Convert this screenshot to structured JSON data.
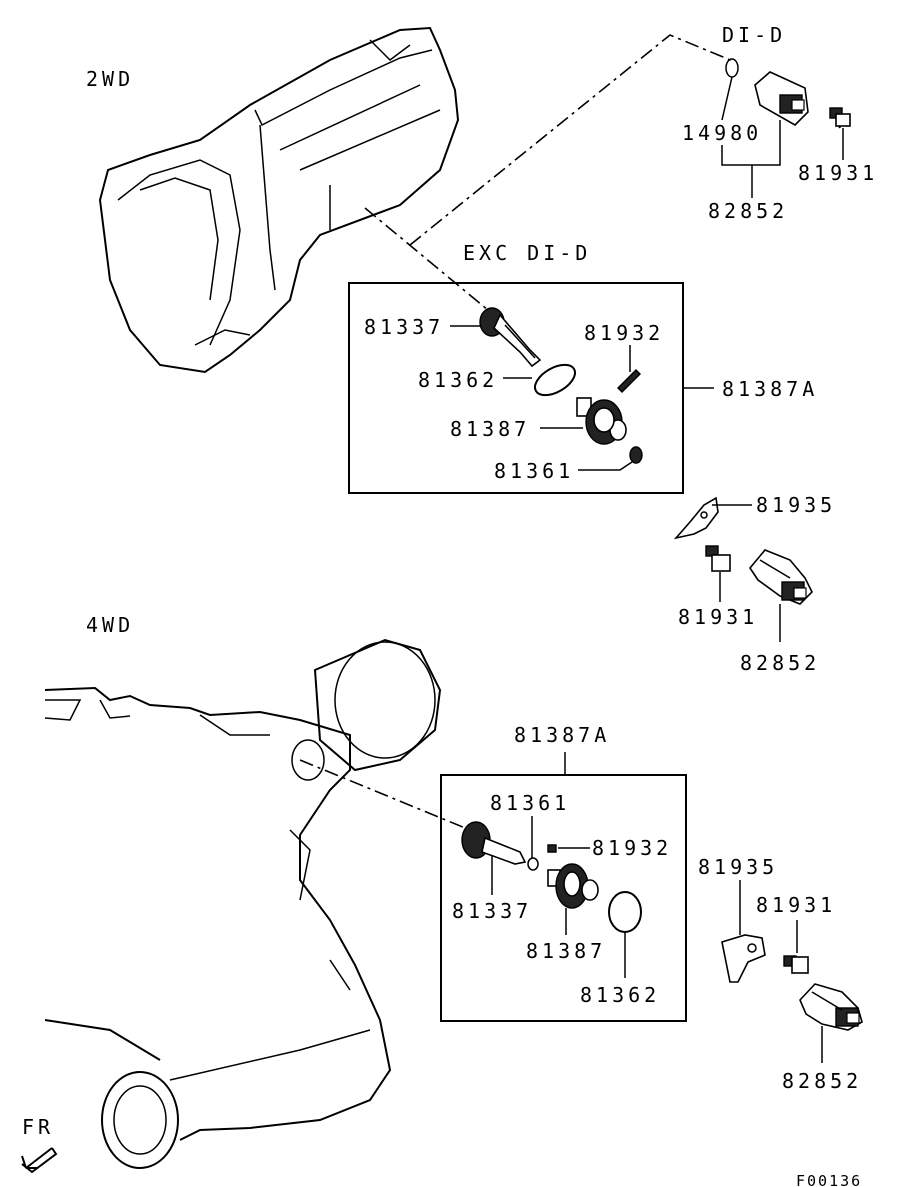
{
  "sections": {
    "two_wd": "2WD",
    "four_wd": "4WD"
  },
  "top": {
    "di_d": "DI-D",
    "exc_di_d": "EXC DI-D"
  },
  "labels_2wd": {
    "p14980": "14980",
    "p81931_top": "81931",
    "p82852_top": "82852",
    "p81337": "81337",
    "p81932": "81932",
    "p81362": "81362",
    "p81387A": "81387A",
    "p81387": "81387",
    "p81361": "81361",
    "p81935": "81935",
    "p81931": "81931",
    "p82852": "82852"
  },
  "labels_4wd": {
    "p81387A": "81387A",
    "p81361": "81361",
    "p81932": "81932",
    "p81337": "81337",
    "p81387": "81387",
    "p81362": "81362",
    "p81935": "81935",
    "p81931": "81931",
    "p82852": "82852"
  },
  "footer": {
    "fr": "FR",
    "figure_code": "F00136"
  }
}
